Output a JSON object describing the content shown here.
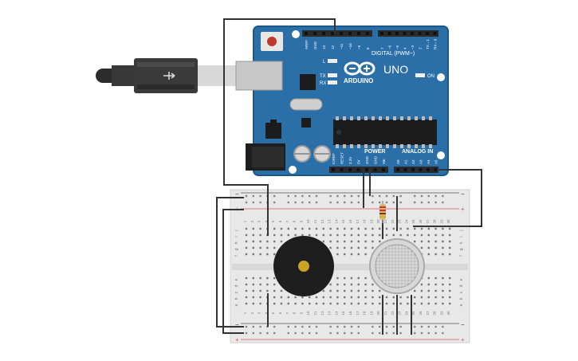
{
  "board": {
    "brand": "ARDUINO",
    "model": "UNO",
    "digital_label": "DIGITAL (PWM~)",
    "power_label": "POWER",
    "analog_label": "ANALOG IN",
    "on_label": "ON",
    "l_label": "L",
    "tx_label": "TX",
    "rx_label": "RX",
    "digital_pins_left": [
      "AREF",
      "GND",
      "13",
      "12",
      "~11",
      "~10",
      "~9",
      "8"
    ],
    "digital_pins_right": [
      "7",
      "~6",
      "~5",
      "4",
      "~3",
      "2",
      "TX→1",
      "RX←0"
    ],
    "power_pins": [
      "IOREF",
      "RESET",
      "3.3V",
      "5V",
      "GND",
      "GND",
      "Vin"
    ],
    "analog_pins": [
      "A0",
      "A1",
      "A2",
      "A3",
      "A4",
      "A5"
    ],
    "colors": {
      "pcb": "#2b6fa8",
      "pcb_dark": "#1f5788",
      "header": "#2a2a2a"
    }
  },
  "breadboard": {
    "column_numbers": [
      "1",
      "2",
      "3",
      "4",
      "5",
      "6",
      "7",
      "8",
      "9",
      "10",
      "11",
      "12",
      "13",
      "14",
      "15",
      "16",
      "17",
      "18",
      "19",
      "20",
      "21",
      "22",
      "23",
      "24",
      "25",
      "26",
      "27",
      "28",
      "29",
      "30"
    ],
    "row_letters_top": [
      "j",
      "i",
      "h",
      "g",
      "f"
    ],
    "row_letters_bottom": [
      "e",
      "d",
      "c",
      "b",
      "a"
    ],
    "rail_minus": "−",
    "rail_plus": "+",
    "colors": {
      "body": "#e8e8e8",
      "rail_red": "#d9534f",
      "rail_black": "#555555"
    }
  },
  "components": {
    "buzzer": "buzzer-icon",
    "gas_sensor": "gas-sensor-icon",
    "resistor": "resistor-icon",
    "usb_cable": "usb-cable-icon"
  },
  "wire_color": "#333333"
}
